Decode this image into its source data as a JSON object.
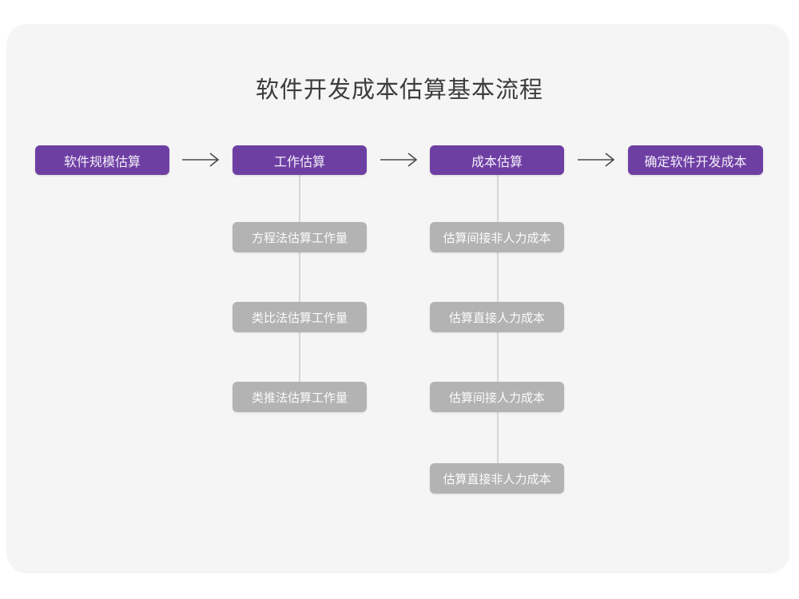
{
  "page": {
    "title": "软件开发成本估算基本流程",
    "background_color": "#ffffff",
    "card_color": "#f5f5f5",
    "accent_color": "#6e3fa3",
    "sub_color": "#b3b3b3",
    "connector_color": "#d6d6d6",
    "arrow_color": "#4a4a4a"
  },
  "flow": {
    "main_steps": [
      {
        "label": "软件规模估算"
      },
      {
        "label": "工作估算"
      },
      {
        "label": "成本估算"
      },
      {
        "label": "确定软件开发成本"
      }
    ],
    "arrows": [
      {
        "name": "arrow-1",
        "glyph": "→"
      },
      {
        "name": "arrow-2",
        "glyph": "→"
      },
      {
        "name": "arrow-3",
        "glyph": "→"
      }
    ],
    "branches": [
      {
        "parent": "工作估算",
        "items": [
          {
            "label": "方程法估算工作量"
          },
          {
            "label": "类比法估算工作量"
          },
          {
            "label": "类推法估算工作量"
          }
        ]
      },
      {
        "parent": "成本估算",
        "items": [
          {
            "label": "估算间接非人力成本"
          },
          {
            "label": "估算直接人力成本"
          },
          {
            "label": "估算间接人力成本"
          },
          {
            "label": "估算直接非人力成本"
          }
        ]
      }
    ]
  }
}
